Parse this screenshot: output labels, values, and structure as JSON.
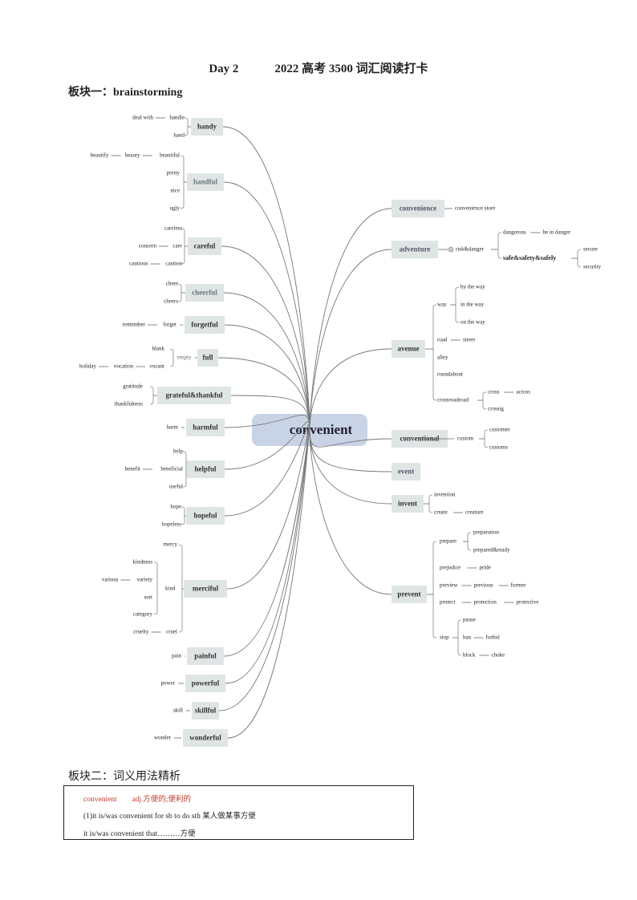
{
  "header": {
    "day": "Day 2",
    "title": "2022 高考 3500 词汇阅读打卡"
  },
  "section1": "板块一：brainstorming",
  "section2": "板块二：词义用法精析",
  "usage": {
    "word": "convenient",
    "pos_meaning": "adj.方便的;便利的",
    "line1": "(1)it is/was convenient for sb to do sth 某人做某事方便",
    "line2": "it is/was convenient that………方便"
  },
  "center": "convenient",
  "left_branches": [
    {
      "word": "handy",
      "items": [
        {
          "chain": [
            "deal with",
            "handle"
          ]
        },
        {
          "chain": [
            "hand"
          ]
        }
      ]
    },
    {
      "word": "handful",
      "items": [
        {
          "chain": [
            "beautify",
            "beauty",
            "beautiful"
          ]
        },
        {
          "chain": [
            "pretty"
          ]
        },
        {
          "chain": [
            "nice"
          ]
        },
        {
          "chain": [
            "ugly"
          ]
        }
      ]
    },
    {
      "word": "careful",
      "items": [
        {
          "chain": [
            "careless"
          ]
        },
        {
          "chain": [
            "concern",
            "care"
          ]
        },
        {
          "chain": [
            "cautious",
            "caution"
          ]
        }
      ]
    },
    {
      "word": "cheerful",
      "items": [
        {
          "chain": [
            "cheer"
          ]
        },
        {
          "chain": [
            "cheers"
          ]
        }
      ]
    },
    {
      "word": "forgetful",
      "items": [
        {
          "chain": [
            "remember",
            "forget"
          ]
        }
      ]
    },
    {
      "word": "full",
      "sub": "empty",
      "items": [
        {
          "chain": [
            "blank"
          ]
        },
        {
          "chain": [
            "holiday",
            "vocation",
            "vocant"
          ]
        }
      ]
    },
    {
      "word": "grateful&thankful",
      "items": [
        {
          "chain": [
            "gratitude"
          ]
        },
        {
          "chain": [
            "thankfulness"
          ]
        }
      ]
    },
    {
      "word": "harmful",
      "items": [
        {
          "chain": [
            "harm"
          ]
        }
      ]
    },
    {
      "word": "helpful",
      "items": [
        {
          "chain": [
            "help"
          ]
        },
        {
          "chain": [
            "benefit",
            "beneficial"
          ]
        },
        {
          "chain": [
            "useful"
          ]
        }
      ]
    },
    {
      "word": "hopeful",
      "items": [
        {
          "chain": [
            "hope"
          ]
        },
        {
          "chain": [
            "hopeless"
          ]
        }
      ]
    },
    {
      "word": "merciful",
      "items": [
        {
          "chain": [
            "mercy"
          ]
        },
        {
          "chain": [
            "kindness"
          ]
        },
        {
          "chain": [
            "various",
            "variety"
          ]
        },
        {
          "chain": [
            "sort"
          ]
        },
        {
          "chain": [
            "category"
          ]
        },
        {
          "chain": [
            "cruelty",
            "cruel"
          ]
        }
      ],
      "kind": "kind"
    },
    {
      "word": "painful",
      "items": [
        {
          "chain": [
            "pain"
          ]
        }
      ]
    },
    {
      "word": "powerful",
      "items": [
        {
          "chain": [
            "power"
          ]
        }
      ]
    },
    {
      "word": "skillful",
      "items": [
        {
          "chain": [
            "skill"
          ]
        }
      ]
    },
    {
      "word": "wonderful",
      "items": [
        {
          "chain": [
            "wonder"
          ]
        }
      ]
    }
  ],
  "right_branches": [
    {
      "word": "convenience",
      "children": [
        "convenience store"
      ]
    },
    {
      "word": "adventure",
      "risk": "risk&danger",
      "safe": "safe&safety&safely",
      "dangerous": [
        "dangerous",
        "be in danger"
      ],
      "secure": [
        "secure",
        "security"
      ]
    },
    {
      "word": "avenue",
      "way": "way",
      "way_items": [
        "by the way",
        "in the way",
        "on the way"
      ],
      "road": [
        "road",
        "street"
      ],
      "alley": "alley",
      "roundabout": "roundabout",
      "crossroad": "crossroadroad",
      "cross": [
        "cross",
        "across"
      ],
      "crossig": "crossig"
    },
    {
      "word": "conventional",
      "custom": "custom",
      "children": [
        "customer",
        "customs"
      ]
    },
    {
      "word": "event"
    },
    {
      "word": "invent",
      "children": [
        "invention"
      ],
      "create": [
        "create",
        "creature"
      ]
    },
    {
      "word": "prevent",
      "prepare": "prepare",
      "prepare_items": [
        "preparation",
        "prepared&ready"
      ],
      "prejudice": [
        "prejudice",
        "pride"
      ],
      "preview": [
        "preview",
        "previous",
        "former"
      ],
      "protect": [
        "protect",
        "protection",
        "protective"
      ],
      "stop": "stop",
      "stop_items": [
        [
          "pause"
        ],
        [
          "ban",
          "forbid"
        ],
        [
          "block",
          "choke"
        ]
      ]
    }
  ],
  "colors": {
    "node_bg": "#dfe5e5",
    "center_bg": "#c9d3e6",
    "accent_red": "#c0392b",
    "line": "#888"
  }
}
